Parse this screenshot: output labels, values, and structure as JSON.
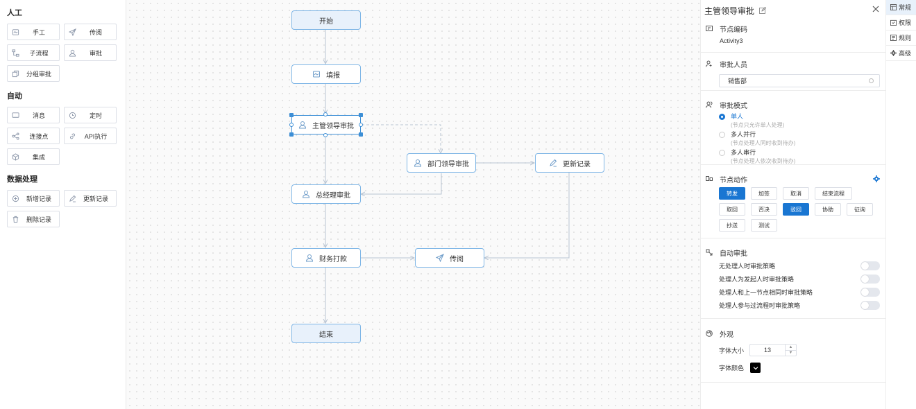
{
  "palette": {
    "groups": [
      {
        "title": "人工",
        "items": [
          {
            "label": "手工",
            "icon": "form-icon"
          },
          {
            "label": "传阅",
            "icon": "send-icon"
          },
          {
            "label": "子流程",
            "icon": "subflow-icon"
          },
          {
            "label": "审批",
            "icon": "user-icon"
          },
          {
            "label": "分组审批",
            "icon": "copy-icon"
          }
        ]
      },
      {
        "title": "自动",
        "items": [
          {
            "label": "消息",
            "icon": "message-icon"
          },
          {
            "label": "定时",
            "icon": "clock-icon"
          },
          {
            "label": "连接点",
            "icon": "share-icon"
          },
          {
            "label": "API执行",
            "icon": "link-icon"
          },
          {
            "label": "集成",
            "icon": "box-icon"
          }
        ]
      },
      {
        "title": "数据处理",
        "items": [
          {
            "label": "新增记录",
            "icon": "plus-circle-icon"
          },
          {
            "label": "更新记录",
            "icon": "pen-icon"
          },
          {
            "label": "删除记录",
            "icon": "trash-icon"
          }
        ]
      }
    ]
  },
  "flow": {
    "nodes": {
      "start": "开始",
      "fill": "填报",
      "manager": "主管领导审批",
      "dept": "部门领导审批",
      "update": "更新记录",
      "gm": "总经理审批",
      "finance": "财务打款",
      "circulate": "传阅",
      "end": "结束"
    }
  },
  "panel": {
    "title": "主管领导审批",
    "node_code": {
      "title": "节点编码",
      "value": "Activity3"
    },
    "approvers": {
      "title": "审批人员",
      "value": "销售部"
    },
    "mode": {
      "title": "审批模式",
      "options": [
        {
          "label": "单人",
          "hint": "(节点只允许单人处理)",
          "selected": true
        },
        {
          "label": "多人并行",
          "hint": "(节点处理人同时收到待办)",
          "selected": false
        },
        {
          "label": "多人串行",
          "hint": "(节点处理人依次收到待办)",
          "selected": false
        }
      ]
    },
    "actions": {
      "title": "节点动作",
      "buttons": [
        {
          "label": "转发",
          "active": true
        },
        {
          "label": "加签",
          "active": false
        },
        {
          "label": "取消",
          "active": false
        },
        {
          "label": "结束流程",
          "active": false
        },
        {
          "label": "取回",
          "active": false
        },
        {
          "label": "否决",
          "active": false
        },
        {
          "label": "驳回",
          "active": true
        },
        {
          "label": "协助",
          "active": false
        },
        {
          "label": "征询",
          "active": false
        },
        {
          "label": "抄送",
          "active": false
        },
        {
          "label": "测试",
          "active": false
        }
      ]
    },
    "auto": {
      "title": "自动审批",
      "rules": [
        {
          "label": "无处理人时审批策略",
          "on": false
        },
        {
          "label": "处理人为发起人时审批策略",
          "on": false
        },
        {
          "label": "处理人和上一节点相同时审批策略",
          "on": false
        },
        {
          "label": "处理人参与过流程时审批策略",
          "on": false
        }
      ]
    },
    "appearance": {
      "title": "外观",
      "font_size_label": "字体大小",
      "font_size": "13",
      "font_color_label": "字体颜色",
      "font_color": "#000000"
    }
  },
  "tabs": [
    {
      "label": "常规",
      "icon": "grid-icon",
      "active": true
    },
    {
      "label": "权限",
      "icon": "lock-icon",
      "active": false
    },
    {
      "label": "规则",
      "icon": "rules-icon",
      "active": false
    },
    {
      "label": "高级",
      "icon": "settings-icon",
      "active": false
    }
  ]
}
